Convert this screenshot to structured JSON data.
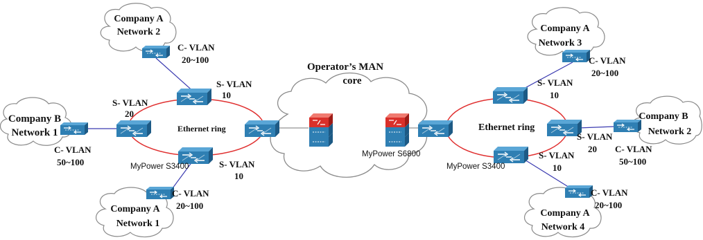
{
  "diagram": {
    "core": {
      "title_line1": "Operator’s MAN",
      "title_line2": "core"
    },
    "left": {
      "ring_label": "Ethernet ring",
      "device_label": "MyPower S3400",
      "svlan_top": {
        "line1": "S- VLAN",
        "line2": "10"
      },
      "svlan_left": {
        "line1": "S- VLAN",
        "line2": "20"
      },
      "svlan_bottom": {
        "line1": "S- VLAN",
        "line2": "10"
      },
      "cvlan_a2": {
        "line1": "C- VLAN",
        "line2": "20~100"
      },
      "cvlan_b1": {
        "line1": "C- VLAN",
        "line2": "50~100"
      },
      "cvlan_a1": {
        "line1": "C- VLAN",
        "line2": "20~100"
      },
      "cloud_a2": {
        "line1": "Company A",
        "line2": "Network 2"
      },
      "cloud_b1": {
        "line1": "Company B",
        "line2": "Network 1"
      },
      "cloud_a1": {
        "line1": "Company A",
        "line2": "Network 1"
      }
    },
    "core_device_label": "MyPower S6800",
    "right": {
      "ring_label": "Ethernet ring",
      "device_label": "MyPower S3400",
      "svlan_top": {
        "line1": "S- VLAN",
        "line2": "10"
      },
      "svlan_right": {
        "line1": "S- VLAN",
        "line2": "20"
      },
      "svlan_bottom": {
        "line1": "S- VLAN",
        "line2": "10"
      },
      "cvlan_a3": {
        "line1": "C- VLAN",
        "line2": "20~100"
      },
      "cvlan_b2": {
        "line1": "C- VLAN",
        "line2": "50~100"
      },
      "cvlan_a4": {
        "line1": "C- VLAN",
        "line2": "20~100"
      },
      "cloud_a3": {
        "line1": "Company A",
        "line2": "Network 3"
      },
      "cloud_b2": {
        "line1": "Company B",
        "line2": "Network 2"
      },
      "cloud_a4": {
        "line1": "Company A",
        "line2": "Network 4"
      }
    },
    "colors": {
      "ring": "#e03030",
      "link": "#3a3ab0",
      "switch_top": "#2f7fb3",
      "switch_side": "#1d5a85",
      "router_red": "#d9302a",
      "cloud_stroke": "#8a8a8a"
    }
  }
}
